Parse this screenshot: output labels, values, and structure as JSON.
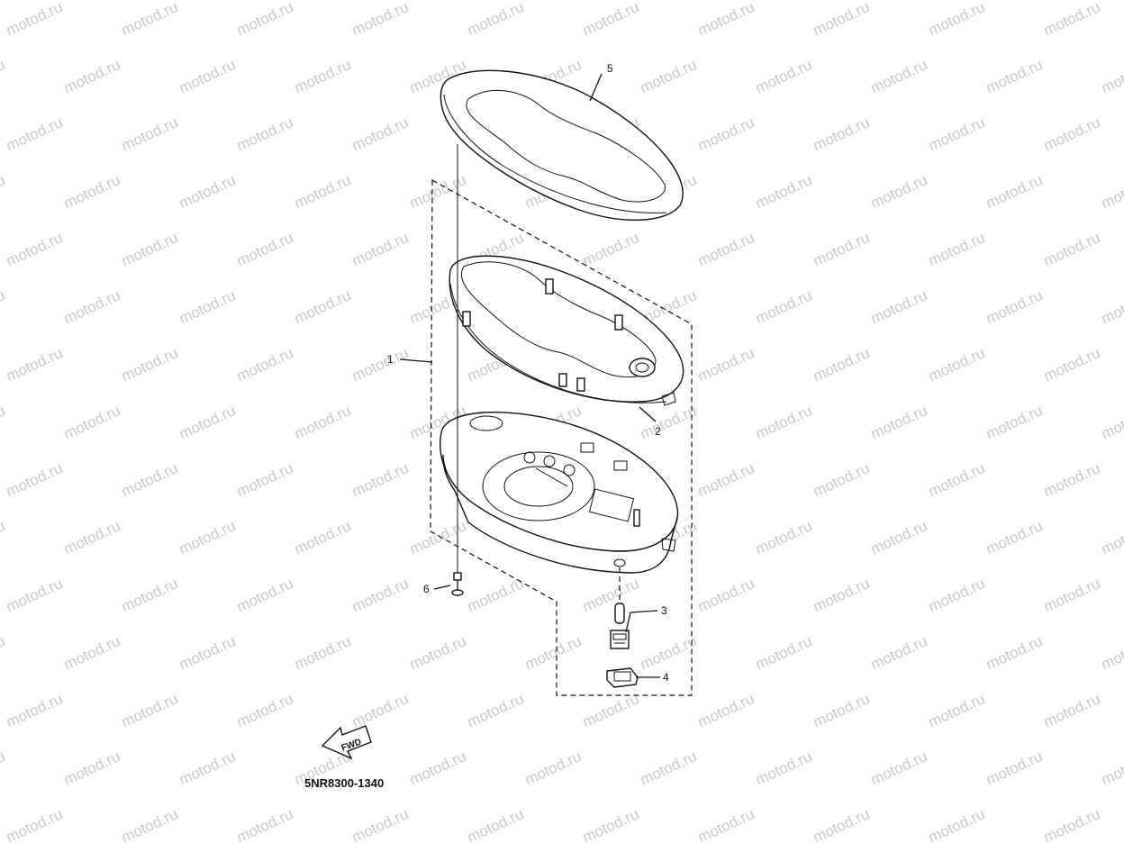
{
  "watermark": {
    "text": "motod.ru"
  },
  "diagram": {
    "part_code": "5NR8300-1340",
    "fwd_label": "FWD",
    "callouts": [
      {
        "id": "1",
        "label": "1"
      },
      {
        "id": "2",
        "label": "2"
      },
      {
        "id": "3",
        "label": "3"
      },
      {
        "id": "4",
        "label": "4"
      },
      {
        "id": "5",
        "label": "5"
      },
      {
        "id": "6",
        "label": "6"
      }
    ]
  }
}
